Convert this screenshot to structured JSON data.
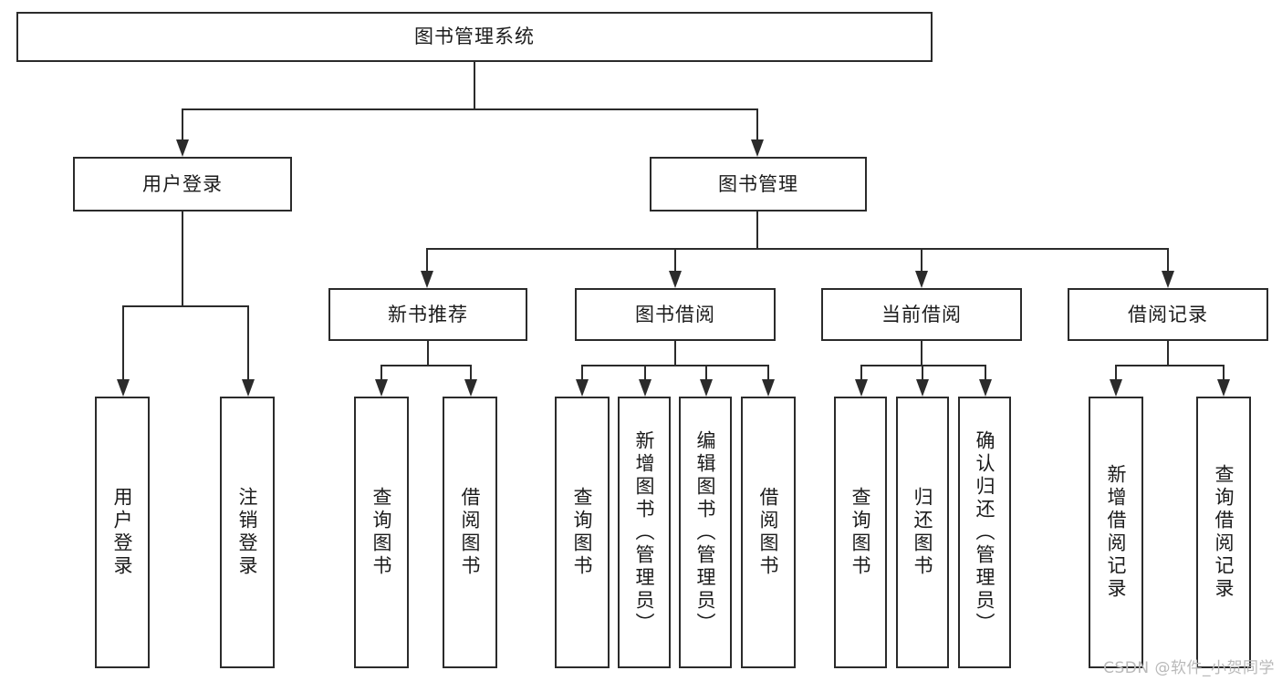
{
  "diagram": {
    "title": "图书管理系统",
    "type": "hierarchy-tree",
    "root": {
      "id": "root",
      "label": "图书管理系统"
    },
    "level2": [
      {
        "id": "user-login",
        "label": "用户登录"
      },
      {
        "id": "book-manage",
        "label": "图书管理"
      }
    ],
    "level3": [
      {
        "id": "new-book-rec",
        "label": "新书推荐",
        "parent": "book-manage"
      },
      {
        "id": "book-borrow",
        "label": "图书借阅",
        "parent": "book-manage"
      },
      {
        "id": "current-borrow",
        "label": "当前借阅",
        "parent": "book-manage"
      },
      {
        "id": "borrow-record",
        "label": "借阅记录",
        "parent": "book-manage"
      }
    ],
    "leaves": {
      "user-login": [
        {
          "id": "leaf-user-login",
          "label": "用户登录"
        },
        {
          "id": "leaf-logout",
          "label": "注销登录"
        }
      ],
      "new-book-rec": [
        {
          "id": "leaf-query-book-1",
          "label": "查询图书"
        },
        {
          "id": "leaf-borrow-book-1",
          "label": "借阅图书"
        }
      ],
      "book-borrow": [
        {
          "id": "leaf-query-book-2",
          "label": "查询图书"
        },
        {
          "id": "leaf-add-book",
          "label": "新增图书（管理员）"
        },
        {
          "id": "leaf-edit-book",
          "label": "编辑图书（管理员）"
        },
        {
          "id": "leaf-borrow-book-2",
          "label": "借阅图书"
        }
      ],
      "current-borrow": [
        {
          "id": "leaf-query-book-3",
          "label": "查询图书"
        },
        {
          "id": "leaf-return-book",
          "label": "归还图书"
        },
        {
          "id": "leaf-confirm-return",
          "label": "确认归还（管理员）"
        }
      ],
      "borrow-record": [
        {
          "id": "leaf-add-record",
          "label": "新增借阅记录"
        },
        {
          "id": "leaf-query-record",
          "label": "查询借阅记录"
        }
      ]
    }
  },
  "watermark": {
    "text": "CSDN @软件_小贺同学"
  },
  "colors": {
    "stroke": "#2b2b2b",
    "text": "#1b1b1b",
    "background": "#ffffff",
    "watermark": "#b9b9b9"
  }
}
